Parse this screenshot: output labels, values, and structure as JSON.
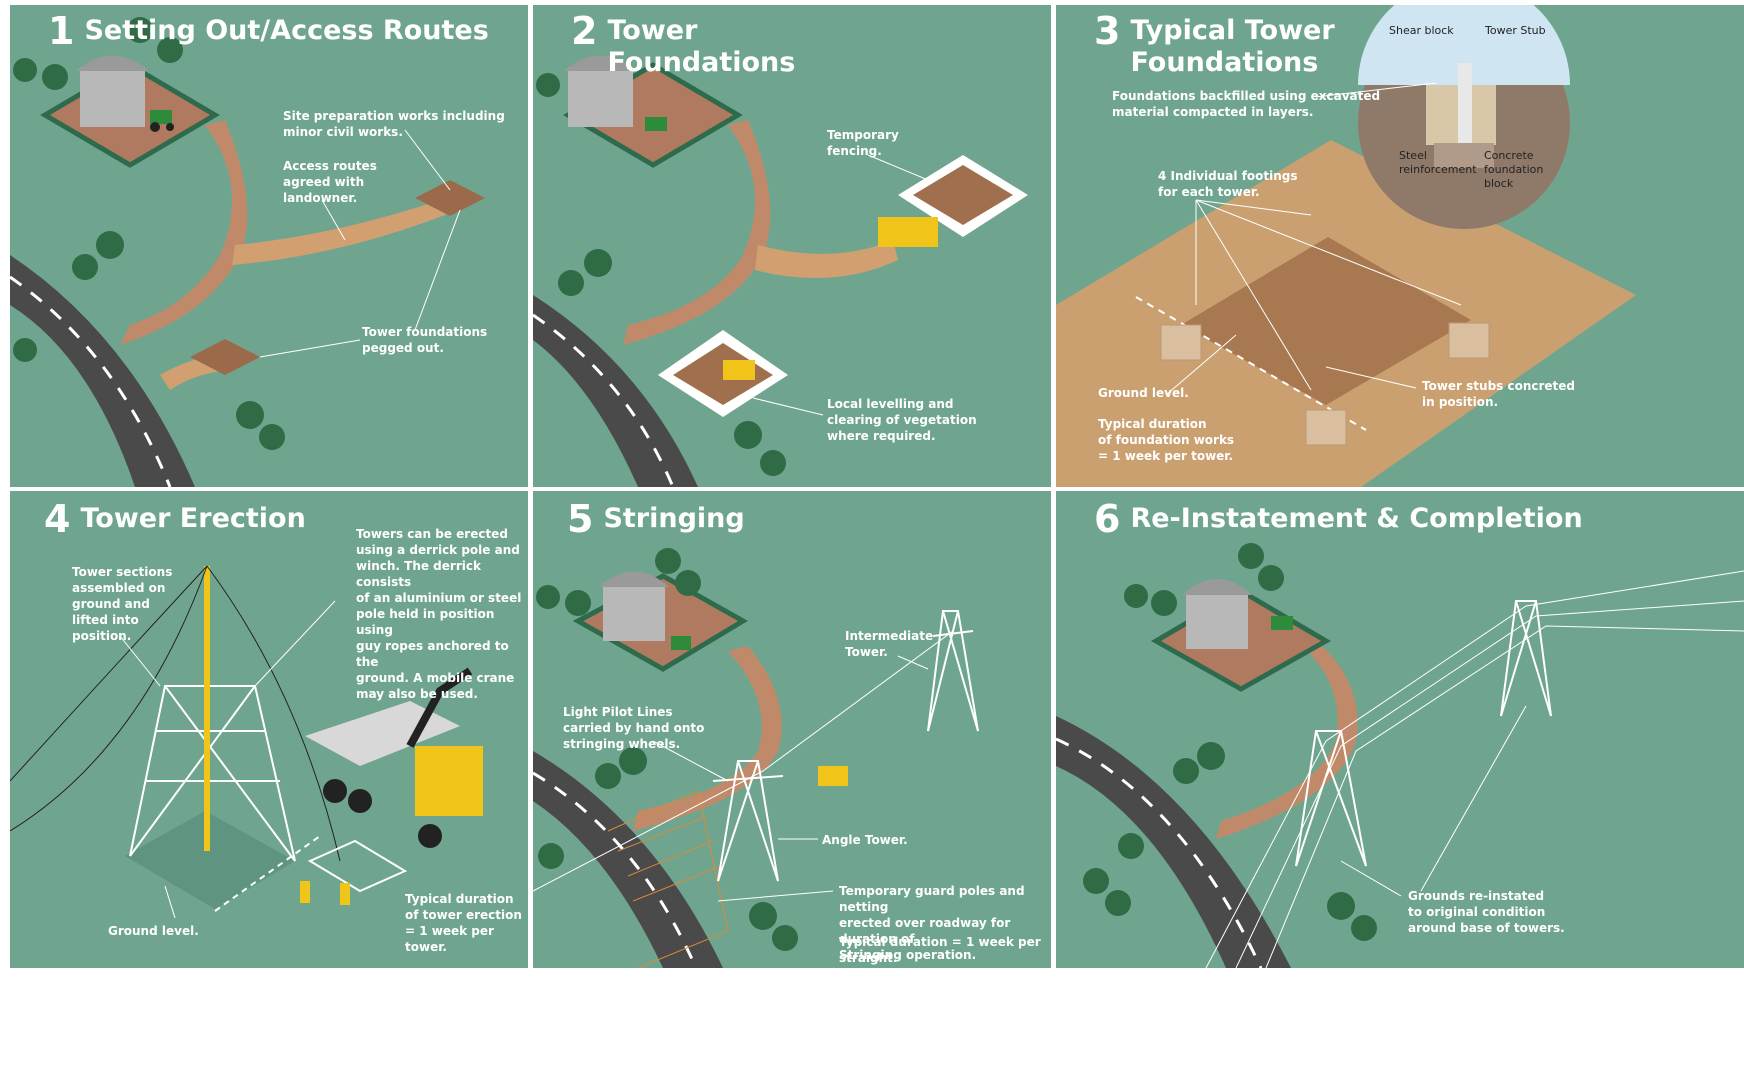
{
  "colors": {
    "panel": "#6fa58f",
    "path": "#c08a6a",
    "ground": "#caa070",
    "road": "#4a4a4a",
    "tree": "#2f6b44",
    "tower": "#ffffff",
    "machine": "#f0c419"
  },
  "panels": [
    {
      "number": "1",
      "title": "Setting Out/Access Routes",
      "notes": [
        "Site preparation works including\nminor civil works.",
        "Access routes\nagreed with\nlandowner.",
        "Tower foundations\npegged out."
      ]
    },
    {
      "number": "2",
      "title": "Tower\nFoundations",
      "notes": [
        "Temporary\nfencing.",
        "Local levelling and\nclearing of vegetation\nwhere required."
      ]
    },
    {
      "number": "3",
      "title": "Typical Tower\nFoundations",
      "notes": [
        "Foundations backfilled using excavated\nmaterial compacted in layers.",
        "4 Individual footings\nfor each tower.",
        "Ground level.",
        "Tower stubs concreted\nin position.",
        "Typical duration\nof foundation works\n= 1 week per tower."
      ],
      "inset_labels": [
        "Shear block",
        "Tower Stub",
        "Steel\nreinforcement",
        "Concrete\nfoundation\nblock"
      ]
    },
    {
      "number": "4",
      "title": "Tower Erection",
      "notes": [
        "Tower sections\nassembled on\nground and\nlifted into\nposition.",
        "Towers can be erected\nusing a derrick pole and\nwinch. The derrick consists\nof an aluminium or steel\npole held in position using\nguy ropes anchored to the\nground. A mobile crane\nmay also be used.",
        "Ground level.",
        "Typical duration\nof tower erection\n= 1 week per tower."
      ]
    },
    {
      "number": "5",
      "title": "Stringing",
      "notes": [
        "Intermediate\nTower.",
        "Light Pilot Lines\ncarried by hand onto\nstringing wheels.",
        "Angle Tower.",
        "Temporary guard poles and netting\nerected over roadway for duration of\nStringing operation.",
        "Typical duration = 1 week per straight."
      ]
    },
    {
      "number": "6",
      "title": "Re-Instatement & Completion",
      "notes": [
        "Grounds re-instated\nto original condition\naround base of towers."
      ]
    }
  ]
}
